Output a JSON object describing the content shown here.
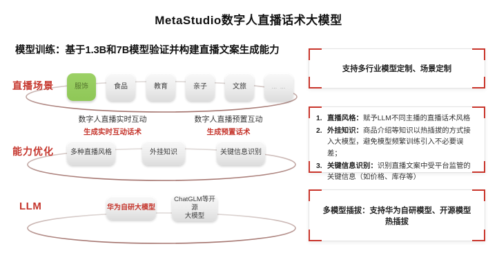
{
  "slide": {
    "title": "MetaStudio数字人直播话术大模型",
    "subtitle": "模型训练：基于1.3B和7B模型验证并构建直播文案生成能力"
  },
  "colors": {
    "accent_red": "#c5352c",
    "bracket_red": "#c9352b",
    "tag_green": "#94c95e"
  },
  "diagram": {
    "layers": [
      {
        "label": "直播场景",
        "tags": [
          "服饰",
          "食品",
          "教育",
          "亲子",
          "文旅",
          "… …"
        ]
      },
      {
        "label": "能力优化",
        "tags": [
          "多种直播风格",
          "外挂知识",
          "关键信息识别"
        ]
      },
      {
        "label": "LLM",
        "tags": [
          "华为自研大模型"
        ],
        "tag_multiline": {
          "line1": "ChatGLM等开源",
          "line2": "大模型"
        }
      }
    ],
    "interactions": [
      {
        "title": "数字人直播实时互动",
        "note": "生成实时互动话术"
      },
      {
        "title": "数字人直播预置互动",
        "note": "生成预置话术"
      }
    ]
  },
  "callouts": {
    "box1": {
      "text": "支持多行业模型定制、场景定制"
    },
    "box2": {
      "items": [
        {
          "num": "1.",
          "head": "直播风格：",
          "body": "赋予LLM不同主播的直播话术风格"
        },
        {
          "num": "2.",
          "head": "外挂知识：",
          "body": "商品介绍等知识以热插拔的方式接入大模型，避免模型频繁训练引入不必要误差；"
        },
        {
          "num": "3.",
          "head": "关键信息识别：",
          "body": "识别直播文案中受平台监管的关键信息（如价格、库存等）"
        }
      ]
    },
    "box3": {
      "text": "多模型插拔：支持华为自研模型、开源模型热插拔"
    }
  }
}
